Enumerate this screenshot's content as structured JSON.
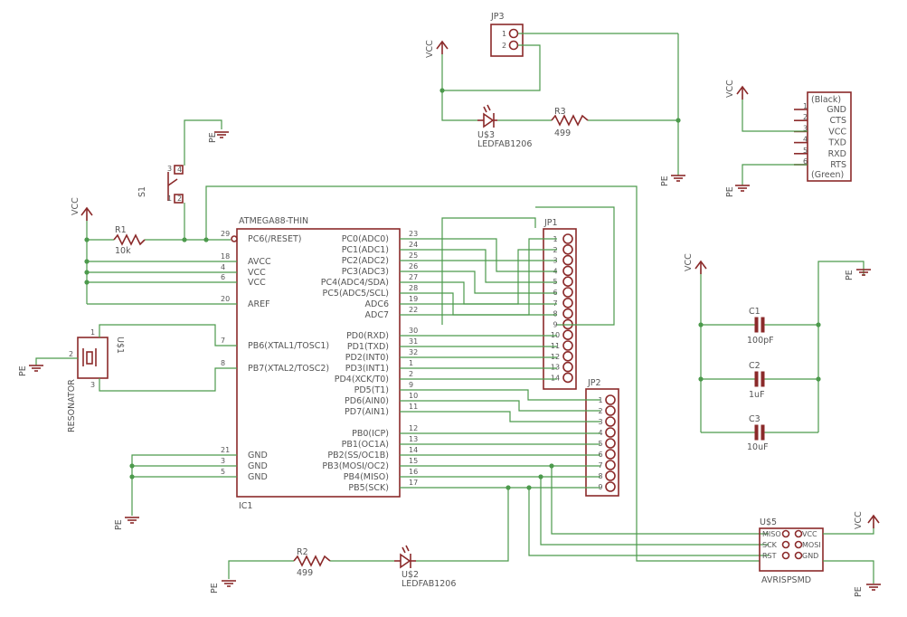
{
  "ic1": {
    "name": "IC1",
    "value": "ATMEGA88-THIN",
    "left_pins": [
      {
        "label": "PC6(/RESET)",
        "num": "29"
      },
      {
        "label": "AVCC",
        "num": "18"
      },
      {
        "label": "VCC",
        "num": "4"
      },
      {
        "label": "VCC",
        "num": "6"
      },
      {
        "label": "AREF",
        "num": "20"
      },
      {
        "label": "PB6(XTAL1/TOSC1)",
        "num": "7"
      },
      {
        "label": "PB7(XTAL2/TOSC2)",
        "num": "8"
      },
      {
        "label": "GND",
        "num": "21"
      },
      {
        "label": "GND",
        "num": "3"
      },
      {
        "label": "GND",
        "num": "5"
      }
    ],
    "right_pins": [
      {
        "label": "PC0(ADC0)",
        "num": "23"
      },
      {
        "label": "PC1(ADC1)",
        "num": "24"
      },
      {
        "label": "PC2(ADC2)",
        "num": "25"
      },
      {
        "label": "PC3(ADC3)",
        "num": "26"
      },
      {
        "label": "PC4(ADC4/SDA)",
        "num": "27"
      },
      {
        "label": "PC5(ADC5/SCL)",
        "num": "28"
      },
      {
        "label": "ADC6",
        "num": "19"
      },
      {
        "label": "ADC7",
        "num": "22"
      },
      {
        "label": "PD0(RXD)",
        "num": "30"
      },
      {
        "label": "PD1(TXD)",
        "num": "31"
      },
      {
        "label": "PD2(INT0)",
        "num": "32"
      },
      {
        "label": "PD3(INT1)",
        "num": "1"
      },
      {
        "label": "PD4(XCK/T0)",
        "num": "2"
      },
      {
        "label": "PD5(T1)",
        "num": "9"
      },
      {
        "label": "PD6(AIN0)",
        "num": "10"
      },
      {
        "label": "PD7(AIN1)",
        "num": "11"
      },
      {
        "label": "PB0(ICP)",
        "num": "12"
      },
      {
        "label": "PB1(OC1A)",
        "num": "13"
      },
      {
        "label": "PB2(SS/OC1B)",
        "num": "14"
      },
      {
        "label": "PB3(MOSI/OC2)",
        "num": "15"
      },
      {
        "label": "PB4(MISO)",
        "num": "16"
      },
      {
        "label": "PB5(SCK)",
        "num": "17"
      }
    ]
  },
  "jp1": {
    "name": "JP1",
    "pins": [
      "1",
      "2",
      "3",
      "4",
      "5",
      "6",
      "7",
      "8",
      "9",
      "10",
      "11",
      "12",
      "13",
      "14"
    ]
  },
  "jp2": {
    "name": "JP2",
    "pins": [
      "1",
      "2",
      "3",
      "4",
      "5",
      "6",
      "7",
      "8",
      "9"
    ]
  },
  "jp3": {
    "name": "JP3",
    "pins": [
      "1",
      "2"
    ]
  },
  "ftdi": {
    "top": "(Black)",
    "bottom": "(Green)",
    "labels": [
      "GND",
      "CTS",
      "VCC",
      "TXD",
      "RXD",
      "RTS"
    ],
    "pins": [
      "1",
      "2",
      "3",
      "4",
      "5",
      "6"
    ]
  },
  "r1": {
    "name": "R1",
    "value": "10k"
  },
  "r2": {
    "name": "R2",
    "value": "499"
  },
  "r3": {
    "name": "R3",
    "value": "499"
  },
  "led2": {
    "name": "U$2",
    "value": "LEDFAB1206"
  },
  "led3": {
    "name": "U$3",
    "value": "LEDFAB1206"
  },
  "c1": {
    "name": "C1",
    "value": "100pF"
  },
  "c2": {
    "name": "C2",
    "value": "1uF"
  },
  "c3": {
    "name": "C3",
    "value": "10uF"
  },
  "s1": {
    "name": "S1",
    "pins": [
      "3",
      "4",
      "1",
      "2"
    ]
  },
  "resonator": {
    "name": "U$1",
    "value": "RESONATOR",
    "pins": [
      "1",
      "2",
      "3"
    ]
  },
  "isp": {
    "name": "U$5",
    "value": "AVRISPSMD",
    "left": [
      "MISO",
      "SCK",
      "RST"
    ],
    "right": [
      "VCC",
      "MOSI",
      "GND"
    ]
  },
  "power": {
    "vcc": "VCC",
    "gnd": "PE"
  }
}
